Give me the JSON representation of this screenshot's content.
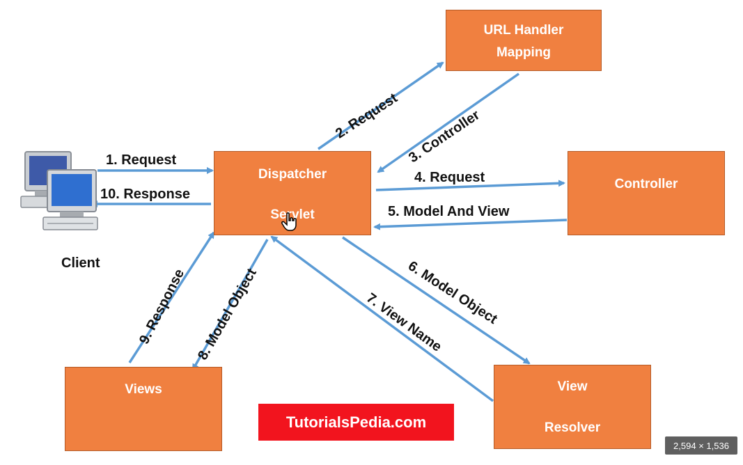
{
  "nodes": {
    "url_handler": [
      "URL Handler",
      "Mapping"
    ],
    "dispatcher": [
      "Dispatcher",
      "Servlet"
    ],
    "controller": "Controller",
    "views": "Views",
    "view_resolver": [
      "View",
      "Resolver"
    ]
  },
  "client_label": "Client",
  "edges": {
    "e1": "1. Request",
    "e2": "2. Request",
    "e3": "3. Controller",
    "e4": "4. Request",
    "e5": "5. Model And View",
    "e6": "6. Model Object",
    "e7": "7. View Name",
    "e8": "8. Model Object",
    "e9": "9. Response",
    "e10": "10. Response"
  },
  "brand_text": "TutorialsPedia.com",
  "image_dimensions": "2,594 × 1,536",
  "colors": {
    "box": "#f08040",
    "arrow": "#5b9bd5",
    "brand": "#f2141e"
  },
  "icons": [
    "client-computers-icon",
    "hand-cursor-icon"
  ]
}
